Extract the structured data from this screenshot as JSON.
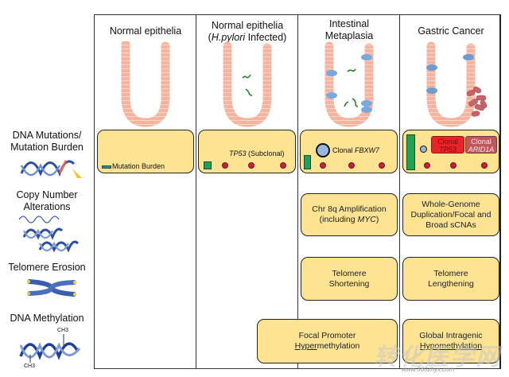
{
  "columns": [
    {
      "title_line1": "Normal epithelia",
      "title_line2": ""
    },
    {
      "title_line1": "Normal epithelia",
      "title_line2_italic": "H.pylori",
      "title_line2_rest": " Infected)",
      "title_line2_open": "("
    },
    {
      "title_line1": "Intestinal",
      "title_line2": "Metaplasia"
    },
    {
      "title_line1": "Gastric Cancer",
      "title_line2": ""
    }
  ],
  "rows": [
    {
      "label_line1": "DNA Mutations/",
      "label_line2": "Mutation Burden",
      "icon": "dna-helix-mutation-icon"
    },
    {
      "label_line1": "Copy Number",
      "label_line2": "Alterations",
      "icon": "dna-copies-icon"
    },
    {
      "label_line1": "Telomere Erosion",
      "label_line2": "",
      "icon": "chromosome-icon"
    },
    {
      "label_line1": "DNA Methylation",
      "label_line2": "",
      "icon": "methylated-dna-icon",
      "methyl_label": "CH3"
    }
  ],
  "mutations": {
    "normal": {
      "legend": "Mutation Burden"
    },
    "hpylori": {
      "gene": "TP53",
      "note": " (Subclonal)"
    },
    "metaplasia": {
      "label": "Clonal ",
      "gene": "FBXW7"
    },
    "cancer": {
      "tag1": {
        "line1": "Clonal",
        "line2": "TP53",
        "color": "#e8242a"
      },
      "tag2": {
        "line1": "Clonal",
        "line2": "ARID1A",
        "color": "#c0565a"
      }
    }
  },
  "copy_number": {
    "metaplasia": {
      "line1": "Chr 8q Amplification",
      "line2_open": "(including ",
      "line2_gene": "MYC",
      "line2_close": ")"
    },
    "cancer": {
      "line1": "Whole-Genome",
      "line2": "Duplication/Focal and",
      "line3": "Broad sCNAs"
    }
  },
  "telomere": {
    "metaplasia": {
      "line1": "Telomere",
      "line2": "Shortening"
    },
    "cancer": {
      "line1": "Telomere",
      "line2": "Lengthening"
    }
  },
  "methylation": {
    "focal": {
      "line1": "Focal Promoter",
      "line2_underlined": "Hyper",
      "line2_rest": "methylation"
    },
    "global": {
      "line1": "Global Intragenic",
      "line2": "Hypomethylation"
    }
  },
  "watermark": {
    "text": "转化医学网",
    "url_text": "www.360zhyx.com"
  },
  "colors": {
    "box_fill": "#fde392",
    "mutation_dot": "#c6213b",
    "burden_bar": "#21a05a",
    "clone_circle": "#9ab6dd",
    "epithelium": "#f4a48e"
  }
}
